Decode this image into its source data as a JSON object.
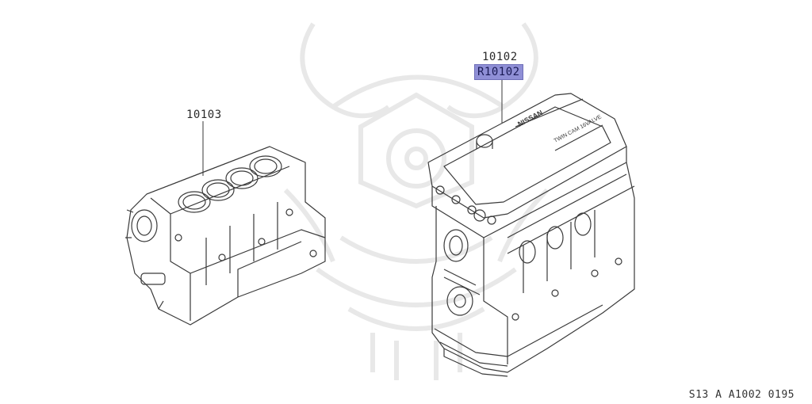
{
  "labels": {
    "short_block": "10103",
    "complete_engine": "10102",
    "complete_engine_reman": "R10102"
  },
  "valve_cover_text": {
    "brand": "NISSAN",
    "engine": "TWIN CAM 16VALVE"
  },
  "footer": {
    "code": "S13 A A1002 0195"
  },
  "colors": {
    "line": "#3a3a3a",
    "watermark": "#e9e9e9",
    "highlight": "#8f8fd6"
  }
}
